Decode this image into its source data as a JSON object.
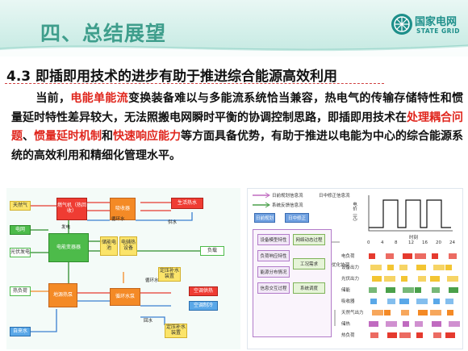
{
  "slide": {
    "title": "四、总结展望",
    "logo_cn": "国家电网",
    "logo_en": "STATE GRID",
    "section_heading": "4.3 即插即用技术的进步有助于推进综合能源高效利用",
    "paragraph": {
      "s1": "当前，",
      "h1": "电能单能流",
      "s2": "变换装备难以与多能流系统恰当兼容，热电气的传输存储特性和惯量延时特性差异较大，无法照搬电网瞬时平衡的协调控制思路，即插即用技术在",
      "h2": "处理耦合问题",
      "s3": "、",
      "h3": "惯量延时机制",
      "s4": "和",
      "h4": "快速响应能力",
      "s5": "等方面具备优势，有助于推进以电能为中心的综合能源系统的高效利用和精细化管理水平。"
    },
    "colors": {
      "highlight": "#e0261d",
      "title": "#3f9e8c",
      "brand": "#1d8f8a"
    }
  },
  "left_diagram": {
    "boxes": {
      "gas": "天然气",
      "grid": "电网",
      "pv": "光伏发电",
      "heat_source": "热负荷",
      "tap_water": "自来水",
      "chp": "燃气机（热回收）",
      "absorption": "吸收器",
      "hot_water_out": "生活热水",
      "power_station": "电能变器器",
      "storage": "储能电池",
      "aux_heat": "电辅热设备",
      "load": "负载",
      "ground_source": "地源热泵",
      "circulation_pump": "循环水泵",
      "pressure_a": "定压补水装置",
      "pressure_b": "定压补水装置",
      "ac_heating": "空调供热",
      "ac_cooling": "空调制冷"
    },
    "labels": {
      "circulation": "循环水",
      "power_gen": "发电",
      "supply": "供水",
      "return": "回水"
    }
  },
  "right_panel": {
    "legend_current": "日前规划信息流",
    "legend_feedback": "系统反馈信息流",
    "legend_forecast": "日中修正信息流",
    "day_ahead": "日前规划",
    "intraday": "日中修正",
    "items": [
      "设备模型特性",
      "负荷响应特性",
      "能源分布情况",
      "信息交互过程"
    ],
    "middle_items": [
      "网络动态过程",
      "工况需求",
      "系统调度"
    ],
    "optimize_label": "优化协调",
    "y_axis": "电价（元）",
    "x_axis": "时刻",
    "ticks": [
      "0",
      "4",
      "8",
      "12",
      "16",
      "20",
      "24"
    ],
    "rows": [
      "电负荷",
      "设备出力",
      "光伏出力",
      "储能",
      "吸收器",
      "天然气出力",
      "储热",
      "热负荷"
    ]
  }
}
